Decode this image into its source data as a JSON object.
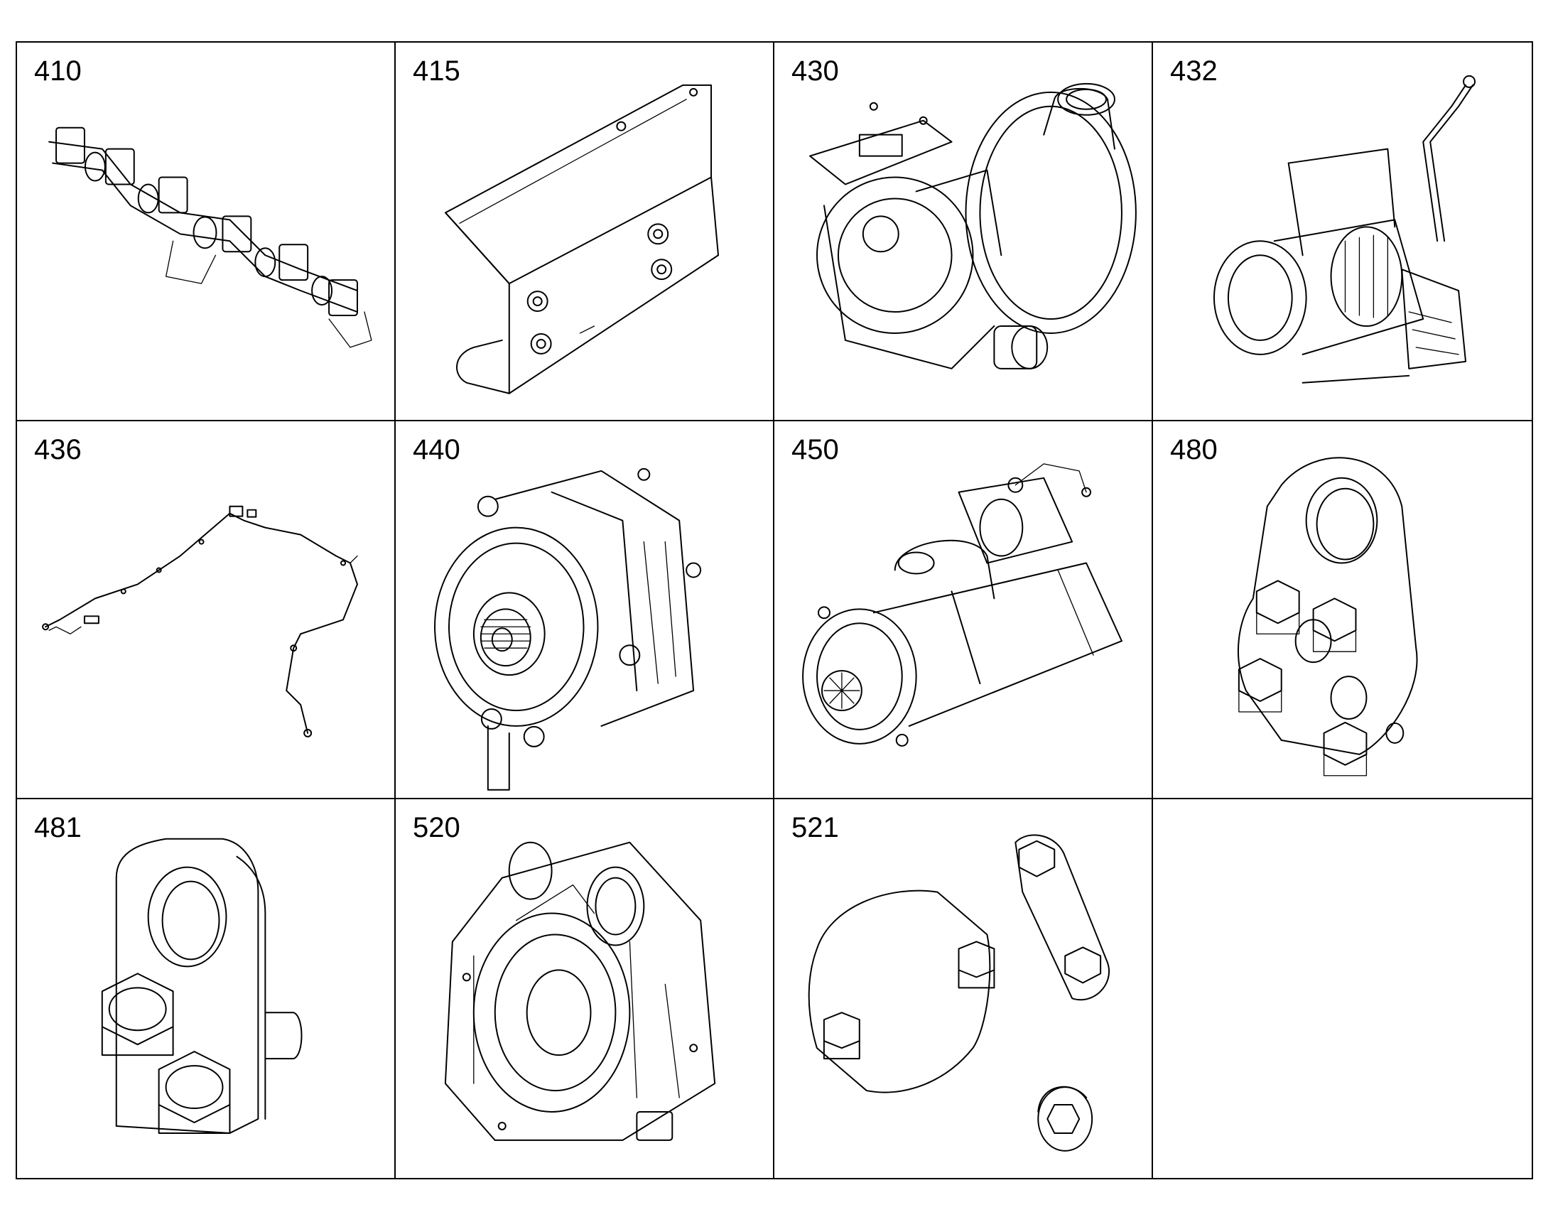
{
  "parts": [
    {
      "number": "410",
      "icon": "exhaust-manifold-icon"
    },
    {
      "number": "415",
      "icon": "heat-shield-bracket-icon"
    },
    {
      "number": "430",
      "icon": "turbocharger-icon"
    },
    {
      "number": "432",
      "icon": "turbo-actuator-icon"
    },
    {
      "number": "436",
      "icon": "wiring-harness-icon"
    },
    {
      "number": "440",
      "icon": "alternator-icon"
    },
    {
      "number": "450",
      "icon": "starter-motor-icon"
    },
    {
      "number": "480",
      "icon": "lifting-eye-bracket-icon"
    },
    {
      "number": "481",
      "icon": "lifting-eye-icon"
    },
    {
      "number": "520",
      "icon": "flywheel-housing-icon"
    },
    {
      "number": "521",
      "icon": "cover-plate-kit-icon"
    },
    {
      "number": "",
      "icon": ""
    }
  ]
}
